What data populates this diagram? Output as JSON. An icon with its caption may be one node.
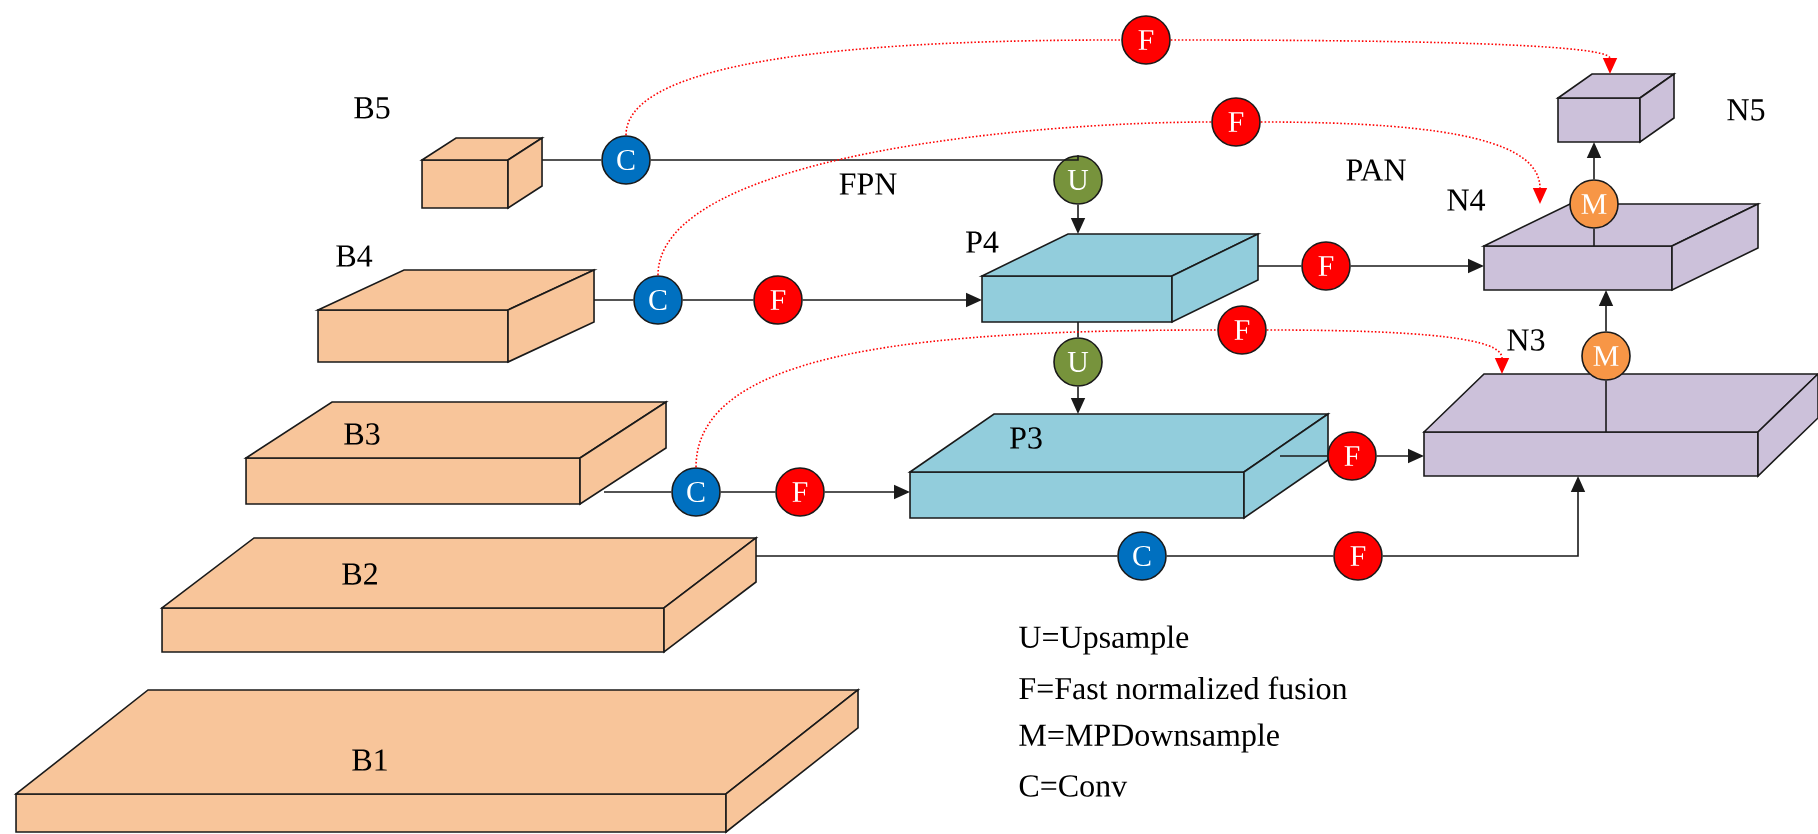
{
  "diagram": {
    "nodes": [
      {
        "text": [
          "B5"
        ]
      },
      {
        "text": [
          "B4"
        ]
      },
      {
        "text": [
          "B3"
        ]
      },
      {
        "text": [
          "B2"
        ]
      },
      {
        "text": [
          "B1"
        ]
      },
      {
        "text": [
          "P4"
        ]
      },
      {
        "text": [
          "P3"
        ]
      },
      {
        "text": [
          "N5"
        ]
      },
      {
        "text": [
          "N4"
        ]
      },
      {
        "text": [
          "N3"
        ]
      },
      {
        "text": [
          "C"
        ]
      },
      {
        "text": [
          "F"
        ]
      },
      {
        "text": [
          "U"
        ]
      },
      {
        "text": [
          "C"
        ]
      },
      {
        "text": [
          "F"
        ]
      },
      {
        "text": [
          "F"
        ]
      },
      {
        "text": [
          "F"
        ]
      },
      {
        "text": [
          "U"
        ]
      },
      {
        "text": [
          "F"
        ]
      },
      {
        "text": [
          "C"
        ]
      },
      {
        "text": [
          "F"
        ]
      },
      {
        "text": [
          "F"
        ]
      },
      {
        "text": [
          "C"
        ]
      },
      {
        "text": [
          "F"
        ]
      },
      {
        "text": [
          "M"
        ]
      },
      {
        "text": [
          "M"
        ]
      }
    ],
    "edges": [
      {
        "from": 0,
        "to": 10,
        "arrow": "none"
      },
      {
        "from": 10,
        "to": 12,
        "arrow": "none"
      },
      {
        "from": 12,
        "to": 5,
        "arrow": "to"
      },
      {
        "from": 10,
        "to": 11,
        "arrow": "none",
        "style": "dashed",
        "color": "#ff0000"
      },
      {
        "from": 11,
        "to": 7,
        "arrow": "to",
        "style": "dashed",
        "color": "#ff0000"
      },
      {
        "from": 1,
        "to": 13,
        "arrow": "none"
      },
      {
        "from": 13,
        "to": 14,
        "arrow": "none"
      },
      {
        "from": 14,
        "to": 5,
        "arrow": "to"
      },
      {
        "from": 13,
        "to": 15,
        "arrow": "none",
        "style": "dashed",
        "color": "#ff0000"
      },
      {
        "from": 15,
        "to": 8,
        "arrow": "to",
        "style": "dashed",
        "color": "#ff0000"
      },
      {
        "from": 5,
        "to": 16,
        "arrow": "none"
      },
      {
        "from": 16,
        "to": 8,
        "arrow": "to"
      },
      {
        "from": 5,
        "to": 17,
        "arrow": "none"
      },
      {
        "from": 17,
        "to": 6,
        "arrow": "to"
      },
      {
        "from": 2,
        "to": 19,
        "arrow": "none"
      },
      {
        "from": 19,
        "to": 20,
        "arrow": "none"
      },
      {
        "from": 20,
        "to": 6,
        "arrow": "to"
      },
      {
        "from": 19,
        "to": 18,
        "arrow": "none",
        "style": "dashed",
        "color": "#ff0000"
      },
      {
        "from": 18,
        "to": 9,
        "arrow": "to",
        "style": "dashed",
        "color": "#ff0000"
      },
      {
        "from": 6,
        "to": 21,
        "arrow": "none"
      },
      {
        "from": 21,
        "to": 9,
        "arrow": "to"
      },
      {
        "from": 3,
        "to": 22,
        "arrow": "none"
      },
      {
        "from": 22,
        "to": 23,
        "arrow": "none"
      },
      {
        "from": 23,
        "to": 9,
        "arrow": "to"
      },
      {
        "from": 9,
        "to": 24,
        "arrow": "none"
      },
      {
        "from": 24,
        "to": 8,
        "arrow": "to"
      },
      {
        "from": 8,
        "to": 25,
        "arrow": "none"
      },
      {
        "from": 25,
        "to": 7,
        "arrow": "to"
      }
    ],
    "labels": [
      "FPN",
      "PAN",
      "U=Upsample",
      "F=Fast normalized fusion",
      "M=MPDownsample",
      "C=Conv"
    ]
  }
}
